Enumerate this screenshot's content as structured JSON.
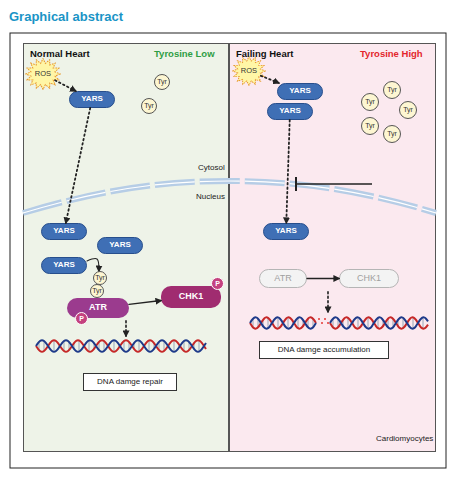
{
  "diagram": {
    "title": "Graphical abstract",
    "nodes": [
      {
        "text": [
          "Normal Heart",
          "Tyrosine Low"
        ]
      },
      {
        "text": [
          "ROS"
        ],
        "in": 0
      },
      {
        "text": [
          "Tyr"
        ],
        "in": 0
      },
      {
        "text": [
          "Tyr"
        ],
        "in": 0
      },
      {
        "text": [
          "YARS"
        ],
        "in": 0
      },
      {
        "text": [
          "YARS"
        ],
        "in": 0
      },
      {
        "text": [
          "YARS"
        ],
        "in": 0
      },
      {
        "text": [
          "YARS"
        ],
        "in": 0
      },
      {
        "text": [
          "Tyr"
        ],
        "in": 0
      },
      {
        "text": [
          "Tyr"
        ],
        "in": 0
      },
      {
        "text": [
          "ATR"
        ],
        "in": 0
      },
      {
        "text": [
          "P"
        ],
        "in": 0
      },
      {
        "text": [
          "CHK1"
        ],
        "in": 0
      },
      {
        "text": [
          "P"
        ],
        "in": 0
      },
      {
        "text": [
          "DNA damge repair"
        ],
        "in": 0
      },
      {
        "text": [
          "Failing Heart",
          "Tyrosine High"
        ]
      },
      {
        "text": [
          "ROS"
        ],
        "in": 15
      },
      {
        "text": [
          "YARS"
        ],
        "in": 15
      },
      {
        "text": [
          "YARS"
        ],
        "in": 15
      },
      {
        "text": [
          "Tyr"
        ],
        "in": 15
      },
      {
        "text": [
          "Tyr"
        ],
        "in": 15
      },
      {
        "text": [
          "Tyr"
        ],
        "in": 15
      },
      {
        "text": [
          "Tyr"
        ],
        "in": 15
      },
      {
        "text": [
          "Tyr"
        ],
        "in": 15
      },
      {
        "text": [
          "YARS"
        ],
        "in": 15
      },
      {
        "text": [
          "ATR"
        ],
        "in": 15
      },
      {
        "text": [
          "CHK1"
        ],
        "in": 15
      },
      {
        "text": [
          "DNA damge accumulation"
        ],
        "in": 15
      }
    ],
    "edges": [
      {
        "from": 1,
        "to": 4,
        "arrow": "to"
      },
      {
        "from": 4,
        "to": 5,
        "arrow": "to"
      },
      {
        "from": 7,
        "to": 8,
        "arrow": "to"
      },
      {
        "from": 10,
        "to": 12,
        "arrow": "to"
      },
      {
        "from": 16,
        "to": 17,
        "arrow": "to"
      },
      {
        "from": 18,
        "to": 24,
        "arrow": "to"
      },
      {
        "from": 25,
        "to": 26,
        "arrow": "to"
      }
    ],
    "labels": [
      "Cytosol",
      "Nucleus",
      "Cardiomyocytes"
    ]
  }
}
